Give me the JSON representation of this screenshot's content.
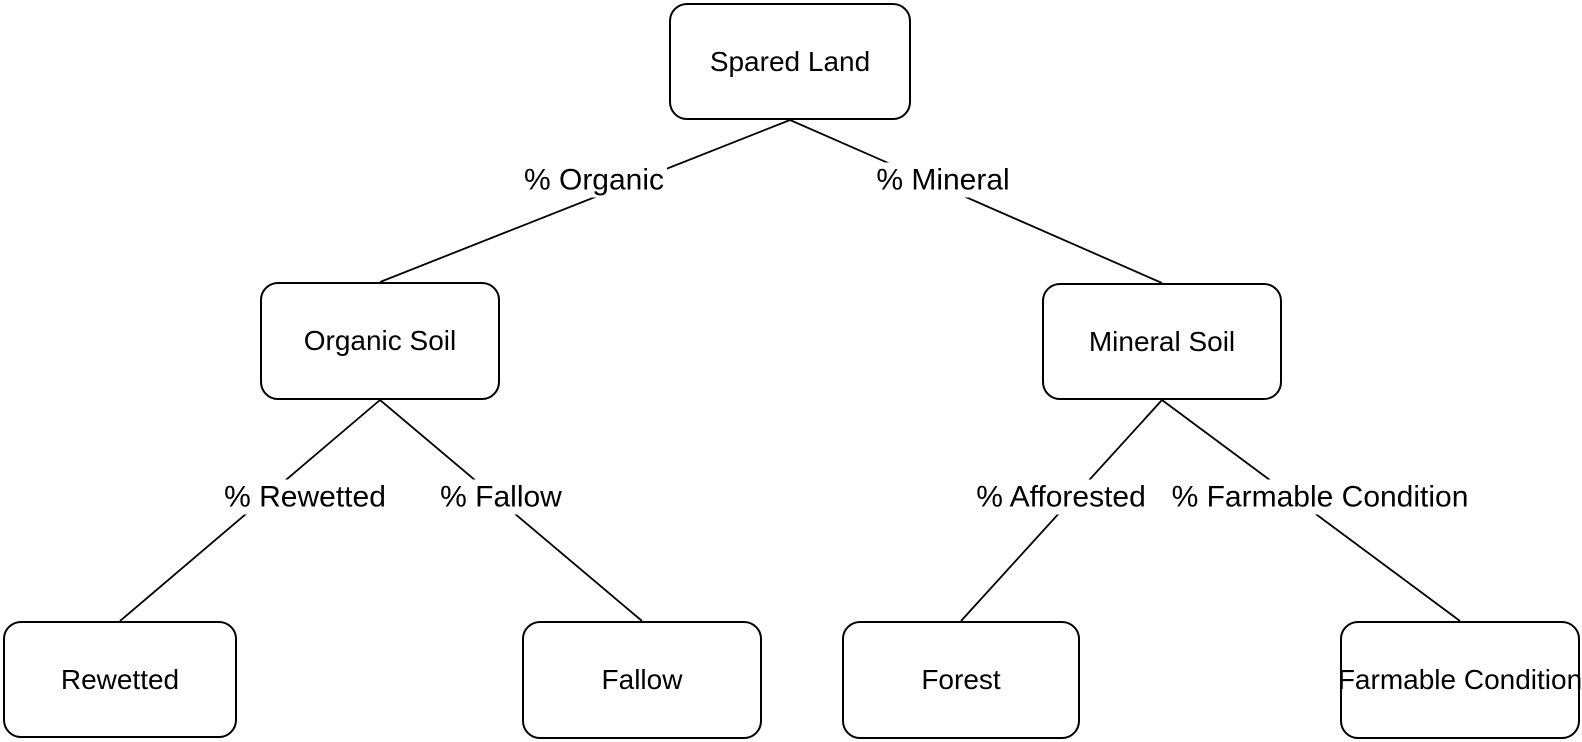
{
  "colors": {
    "background": "#ffffff",
    "node_fill": "#ffffff",
    "stroke": "#000000",
    "text": "#000000"
  },
  "nodes": {
    "spared_land": {
      "label": "Spared Land"
    },
    "organic_soil": {
      "label": "Organic Soil"
    },
    "mineral_soil": {
      "label": "Mineral Soil"
    },
    "rewetted": {
      "label": "Rewetted"
    },
    "fallow": {
      "label": "Fallow"
    },
    "forest": {
      "label": "Forest"
    },
    "farmable_condition": {
      "label": "Farmable Condition"
    }
  },
  "edges": {
    "organic": {
      "label": "% Organic",
      "from": "spared_land",
      "to": "organic_soil"
    },
    "mineral": {
      "label": "% Mineral",
      "from": "spared_land",
      "to": "mineral_soil"
    },
    "rewetted": {
      "label": "% Rewetted",
      "from": "organic_soil",
      "to": "rewetted"
    },
    "fallow": {
      "label": "% Fallow",
      "from": "organic_soil",
      "to": "fallow"
    },
    "afforested": {
      "label": "% Afforested",
      "from": "mineral_soil",
      "to": "forest"
    },
    "farmable_condition": {
      "label": "% Farmable Condition",
      "from": "mineral_soil",
      "to": "farmable_condition"
    }
  }
}
